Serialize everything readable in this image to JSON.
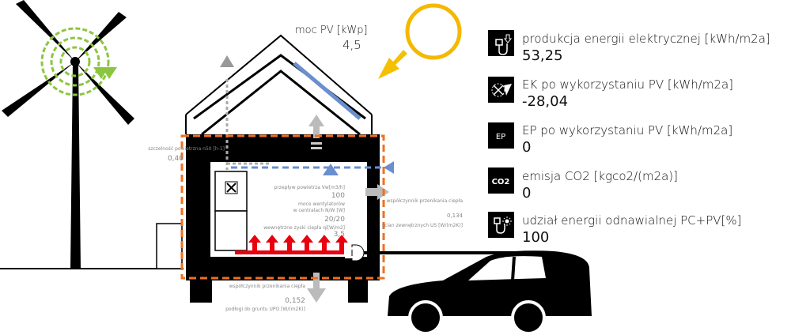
{
  "pv": {
    "label": "moc PV [kWp]",
    "value": "4,5"
  },
  "left": {
    "label": "szczelność powietrzna n50 [h-1]",
    "value": "0,40"
  },
  "room": {
    "airflow_label": "przepływ powietrza Vw[m3/h]",
    "airflow_value": "100",
    "fans_label1": "moce wentylatorów",
    "fans_label2": "w centralach N/W [W]",
    "fans_value": "20/20",
    "gains_label": "wewnętrzne zyski ciepła qi[W/m2]",
    "gains_value": "3,5"
  },
  "walls": {
    "label1": "współczynnik przenikania ciepła",
    "value": "0,134",
    "label2": "ścian zewnętrznych US [W/(m2K)]"
  },
  "floor": {
    "label1": "współczynnik przenikania ciepła",
    "value": "0,152",
    "label2": "podłogi do gruntu UPO [W/(m2K)]"
  },
  "kpis": [
    {
      "icon": "plug-download-icon",
      "label": "produkcja energii elektrycznej [kWh/m2a]",
      "value": "53,25"
    },
    {
      "icon": "ek-pv-icon",
      "label": "EK po wykorzystaniu PV [kWh/m2a]",
      "value": "-28,04"
    },
    {
      "icon": "ep-icon",
      "icon_text": "EP",
      "label": "EP po wykorzystaniu PV [kWh/m2a]",
      "value": "0"
    },
    {
      "icon": "co2-icon",
      "icon_text": "CO2",
      "label": "emisja CO2 [kgco2/(m2a)]",
      "value": "0"
    },
    {
      "icon": "plug-sun-icon",
      "label": "udział energii odnawialnej PC+PV[%]",
      "value": "100"
    }
  ],
  "colors": {
    "orange": "#f07020",
    "blue": "#6a8fcf",
    "red": "#e8000f",
    "green": "#8cc63f",
    "sun": "#f5b800",
    "gray": "#aaaaaa"
  }
}
